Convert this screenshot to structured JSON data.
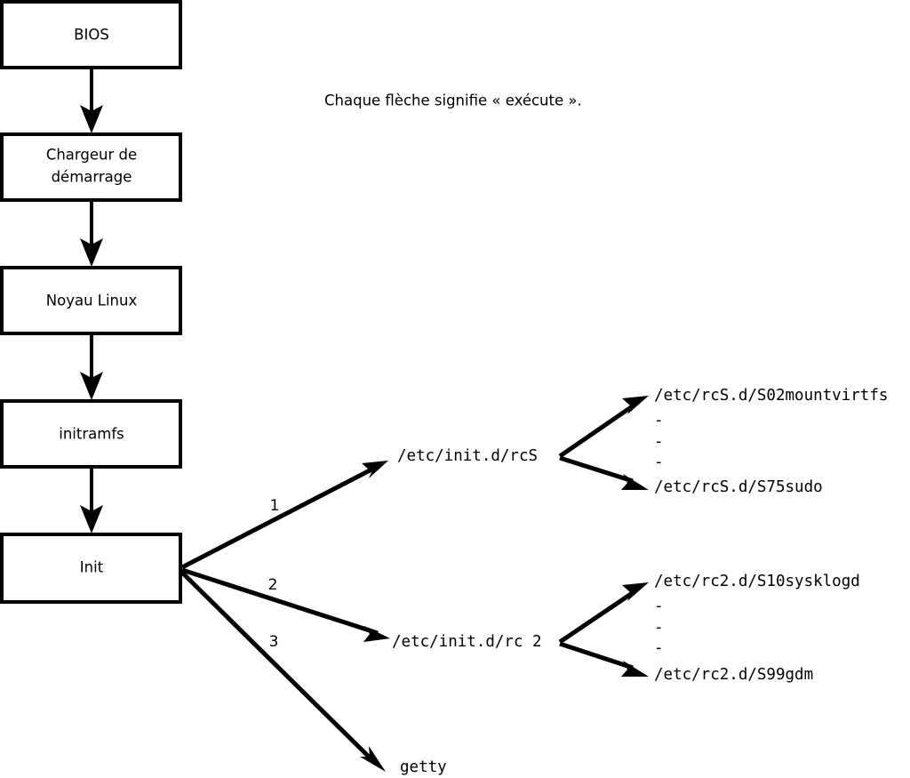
{
  "diagram": {
    "title_caption": "Chaque flèche signifie « exécute ».",
    "boot_chain": [
      {
        "label": "BIOS",
        "label2": ""
      },
      {
        "label": "Chargeur de",
        "label2": "démarrage"
      },
      {
        "label": "Noyau Linux",
        "label2": ""
      },
      {
        "label": "initramfs",
        "label2": ""
      },
      {
        "label": "Init",
        "label2": ""
      }
    ],
    "init_branches": [
      {
        "number": "1",
        "target": "/etc/init.d/rcS"
      },
      {
        "number": "2",
        "target": "/etc/init.d/rc 2"
      },
      {
        "number": "3",
        "target": "getty"
      }
    ],
    "rcs_scripts": {
      "first": "/etc/rcS.d/S02mountvirtfs",
      "ellipsis": [
        "-",
        "-",
        "-"
      ],
      "last": "/etc/rcS.d/S75sudo"
    },
    "rc2_scripts": {
      "first": "/etc/rc2.d/S10sysklogd",
      "ellipsis": [
        "-",
        "-",
        "-"
      ],
      "last": "/etc/rc2.d/S99gdm"
    },
    "colors": {
      "stroke": "#000000",
      "fill": "#ffffff",
      "text": "#000000"
    }
  }
}
